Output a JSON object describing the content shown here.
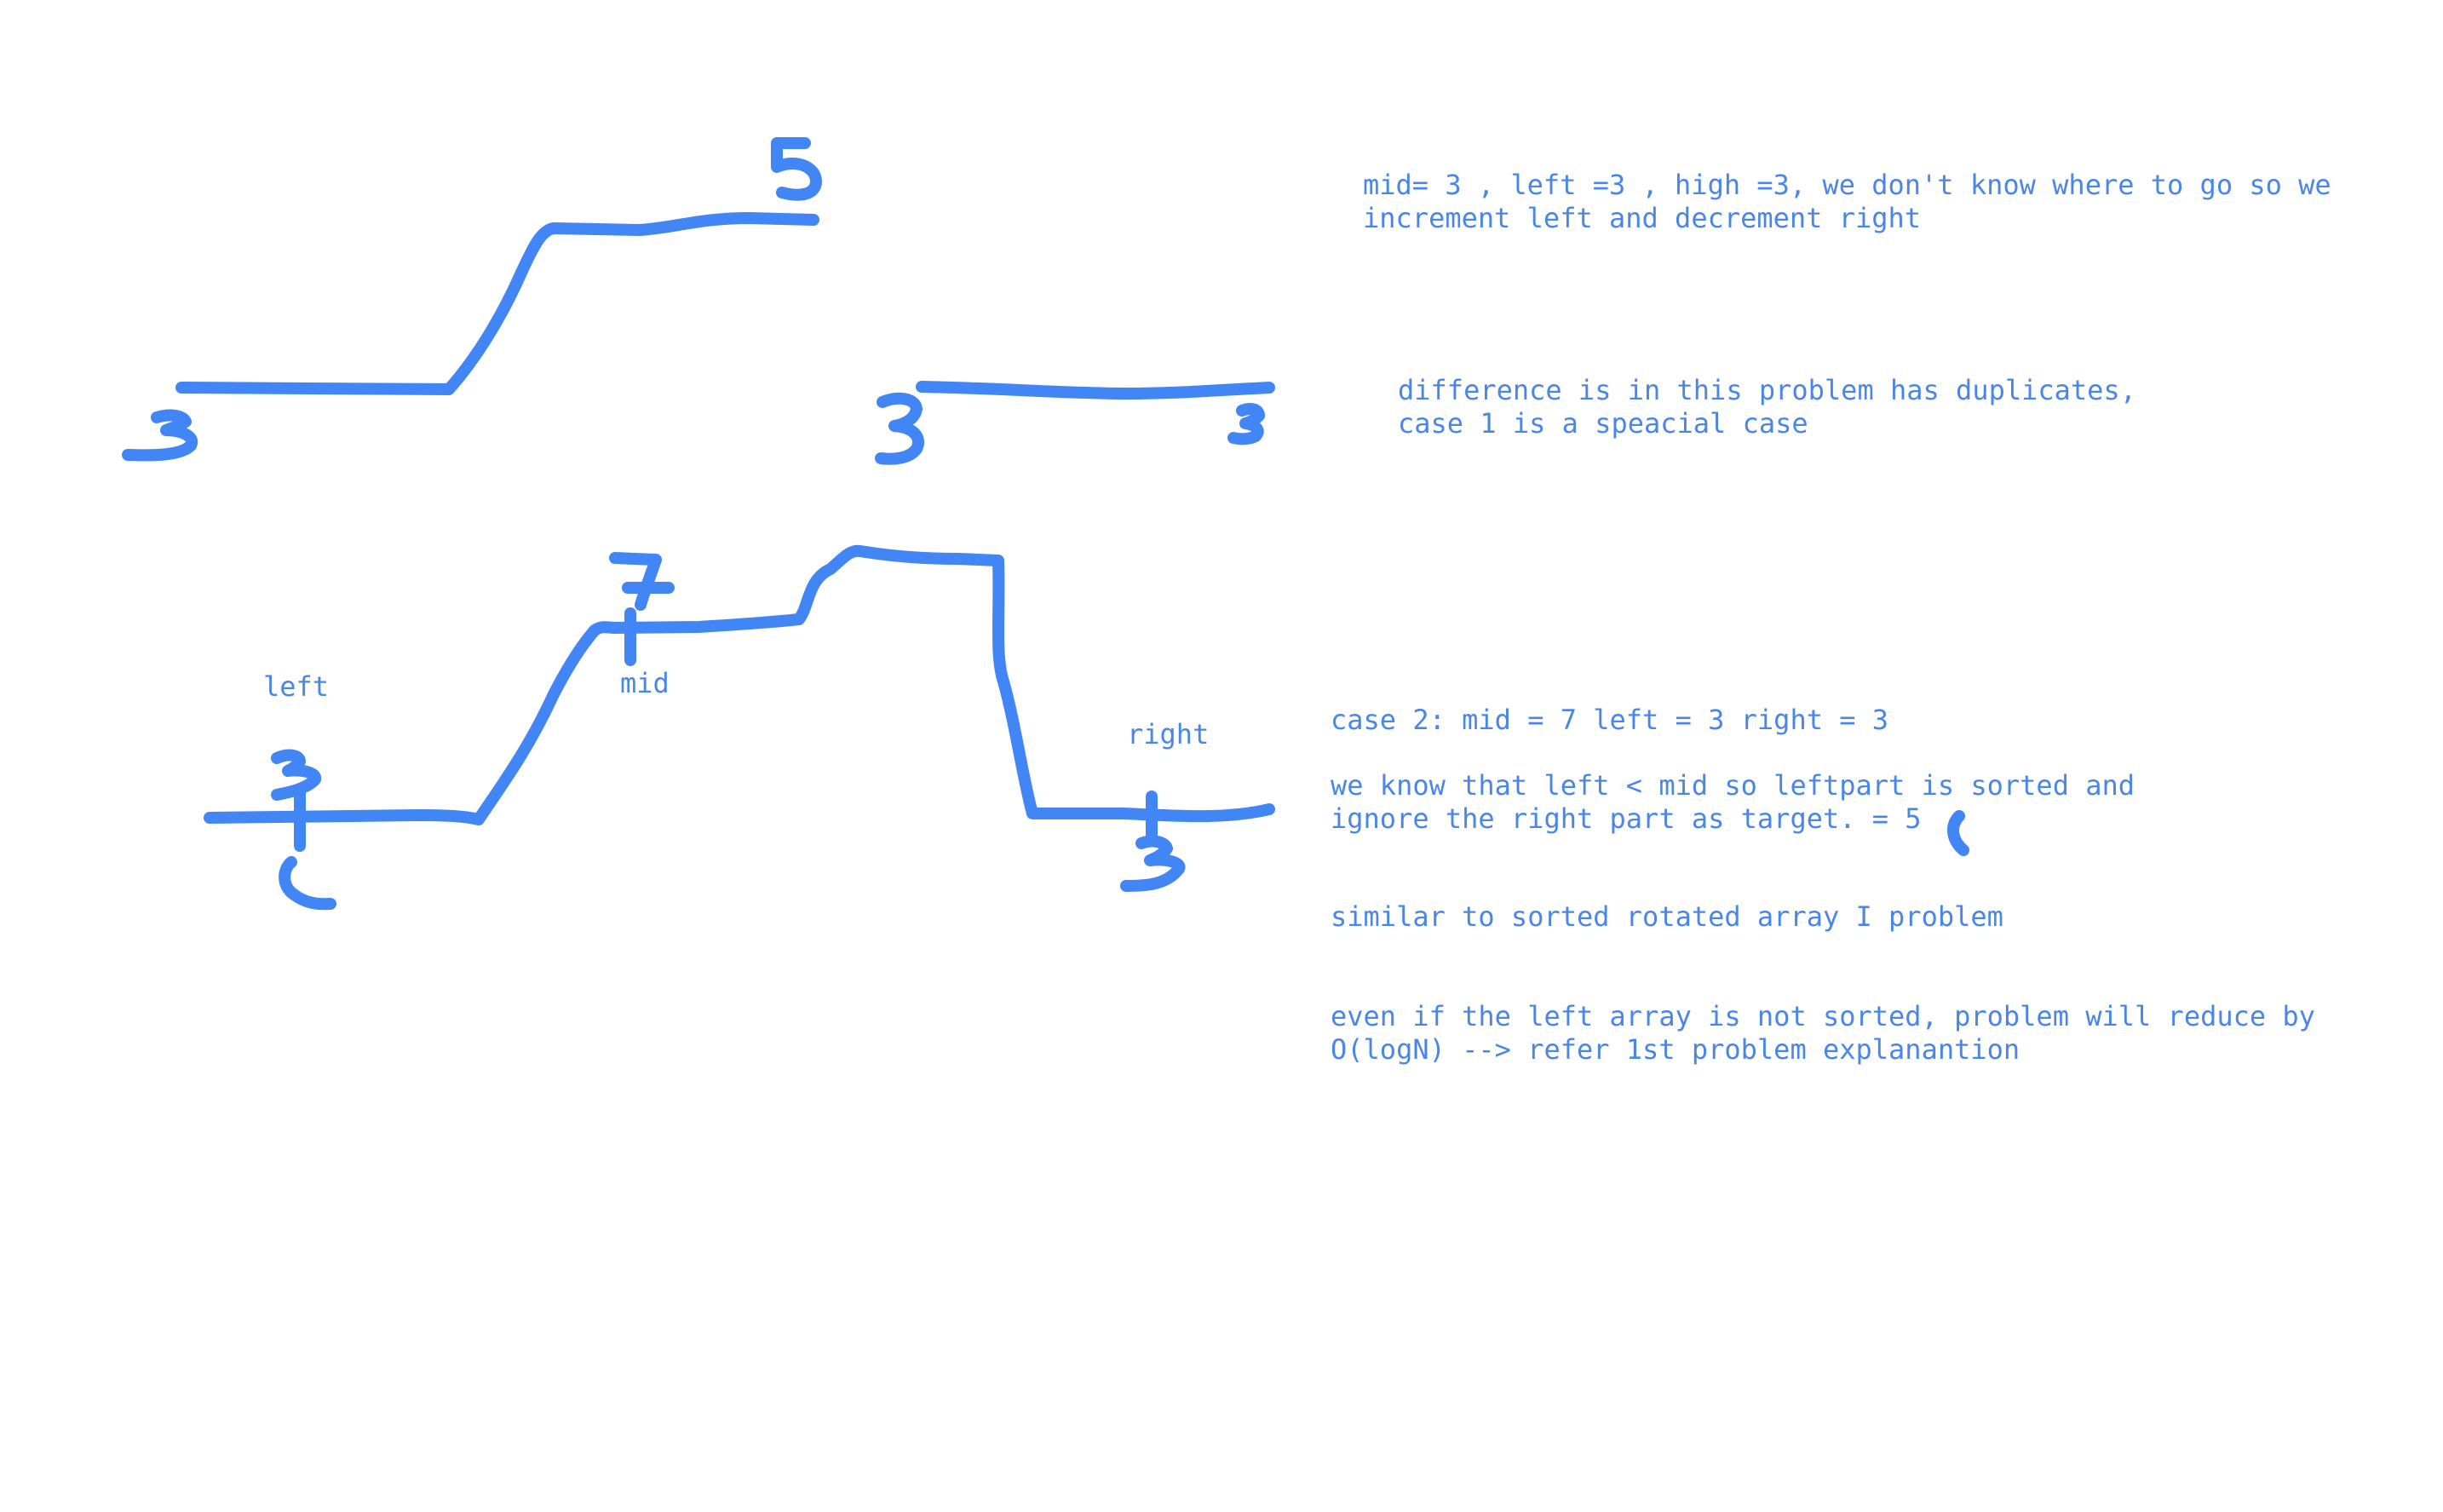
{
  "notes": {
    "case1_line1": "mid= 3 , left =3 , high =3, we don't know where to go so we",
    "case1_line2": "increment left and decrement right",
    "difference_line1": "difference is in this problem has duplicates,",
    "difference_line2": "case 1 is a speacial case",
    "case2_header": "case 2: mid = 7 left = 3 right = 3",
    "case2_line1": "we know that left < mid so leftpart is sorted and",
    "case2_line2": "ignore the right part as target. = 5",
    "similar": "similar to sorted rotated array I problem",
    "even_line1": "even if the left array is not sorted, problem will reduce by",
    "even_line2": "O(logN) --> refer 1st problem explanantion"
  },
  "labels": {
    "left": "left",
    "mid": "mid",
    "right": "right"
  },
  "sketch": {
    "ink_color": "#4285f4",
    "text_color": "#4a86e8",
    "handwritten_digits": [
      "3",
      "5",
      "3",
      "3",
      "7",
      "3",
      "2",
      "3"
    ]
  }
}
